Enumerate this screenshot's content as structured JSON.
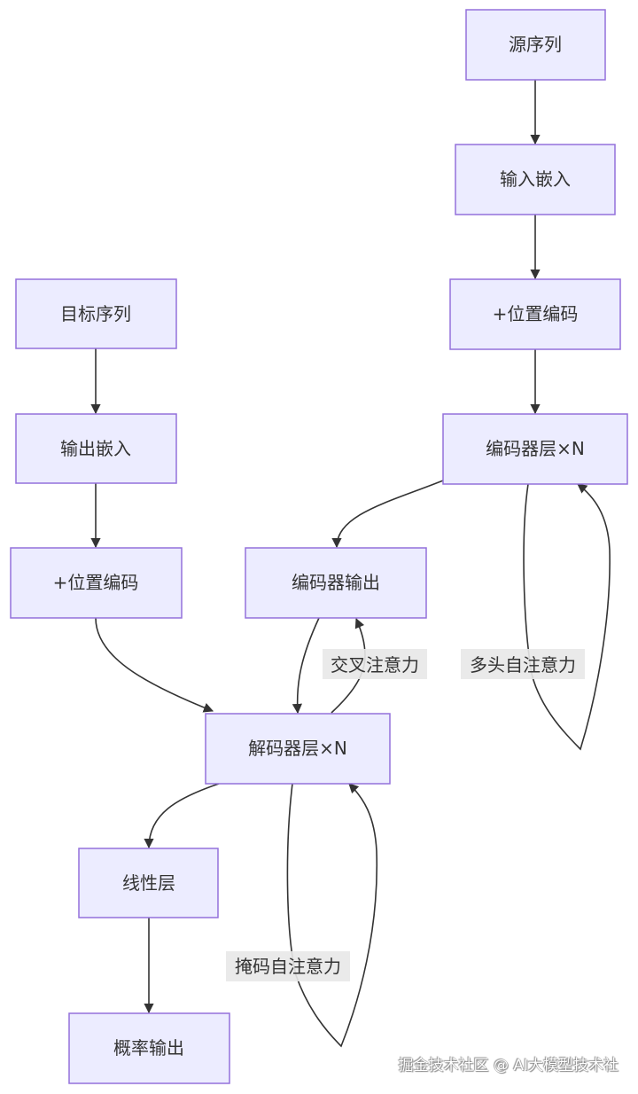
{
  "diagram": {
    "type": "flowchart",
    "nodes": [
      {
        "id": "src_seq",
        "label": "源序列"
      },
      {
        "id": "input_embed",
        "label": "输入嵌入"
      },
      {
        "id": "enc_pos",
        "label": "+位置编码"
      },
      {
        "id": "enc_layer",
        "label": "编码器层×N"
      },
      {
        "id": "enc_out",
        "label": "编码器输出"
      },
      {
        "id": "tgt_seq",
        "label": "目标序列"
      },
      {
        "id": "output_embed",
        "label": "输出嵌入"
      },
      {
        "id": "dec_pos",
        "label": "+位置编码"
      },
      {
        "id": "dec_layer",
        "label": "解码器层×N"
      },
      {
        "id": "linear",
        "label": "线性层"
      },
      {
        "id": "prob_out",
        "label": "概率输出"
      }
    ],
    "edges": [
      {
        "from": "src_seq",
        "to": "input_embed",
        "label": ""
      },
      {
        "from": "input_embed",
        "to": "enc_pos",
        "label": ""
      },
      {
        "from": "enc_pos",
        "to": "enc_layer",
        "label": ""
      },
      {
        "from": "enc_layer",
        "to": "enc_layer",
        "label": "多头自注意力"
      },
      {
        "from": "enc_layer",
        "to": "enc_out",
        "label": ""
      },
      {
        "from": "tgt_seq",
        "to": "output_embed",
        "label": ""
      },
      {
        "from": "output_embed",
        "to": "dec_pos",
        "label": ""
      },
      {
        "from": "dec_pos",
        "to": "dec_layer",
        "label": ""
      },
      {
        "from": "enc_out",
        "to": "dec_layer",
        "label": ""
      },
      {
        "from": "dec_layer",
        "to": "enc_out",
        "label": "交叉注意力"
      },
      {
        "from": "dec_layer",
        "to": "dec_layer",
        "label": "掩码自注意力"
      },
      {
        "from": "dec_layer",
        "to": "linear",
        "label": ""
      },
      {
        "from": "linear",
        "to": "prob_out",
        "label": ""
      }
    ]
  },
  "watermark": "掘金技术社区 @ AI大模型技术社"
}
